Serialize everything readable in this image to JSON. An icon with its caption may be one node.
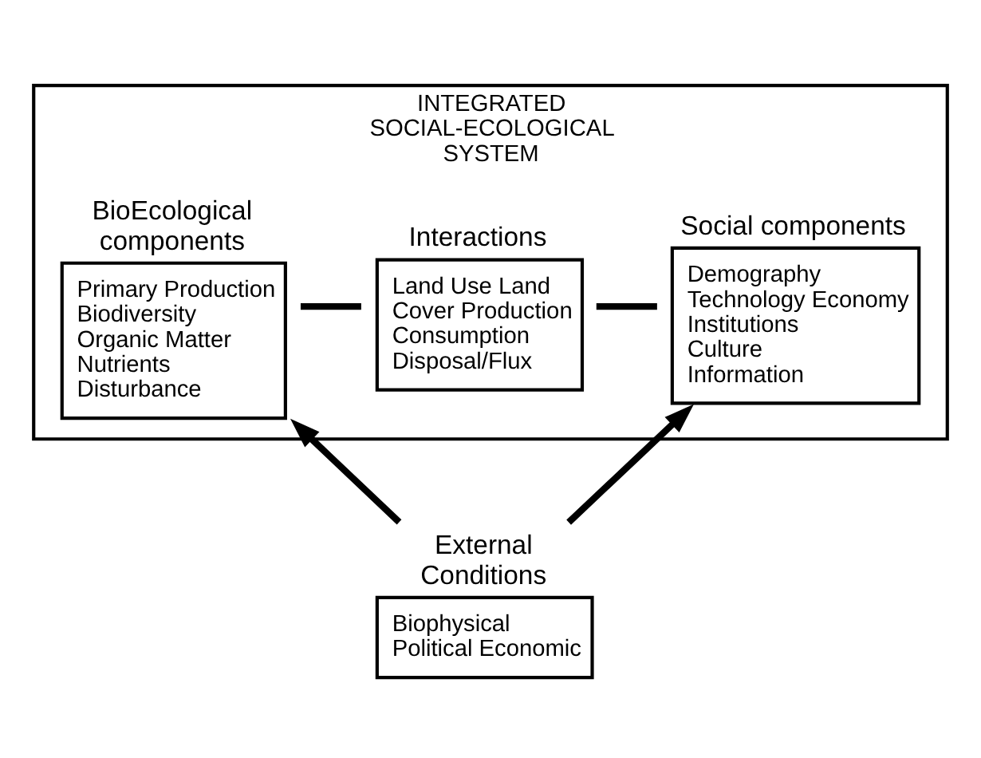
{
  "diagram": {
    "nodes": [
      {
        "text": [
          "INTEGRATED SOCIAL-ECOLOGICAL SYSTEM"
        ]
      },
      {
        "text": [
          "Social components",
          "Demography Technology Economy Institutions Culture Information"
        ],
        "in": 0
      },
      {
        "text": [
          "Interactions",
          "Land Use Land Cover Production Consumption Disposal/Flux"
        ],
        "in": 0
      },
      {
        "text": [
          "BioEcological components",
          "Primary Production Biodiversity Organic Matter Nutrients Disturbance"
        ],
        "in": 0
      },
      {
        "text": [
          "External Conditions",
          "Biophysical Political Economic"
        ]
      }
    ],
    "edges": [
      {
        "from": 1,
        "to": 2,
        "arrow": "none"
      },
      {
        "from": 2,
        "to": 3,
        "arrow": "none"
      },
      {
        "from": 4,
        "to": 1,
        "arrow": "to"
      },
      {
        "from": 4,
        "to": 3,
        "arrow": "to"
      }
    ]
  }
}
